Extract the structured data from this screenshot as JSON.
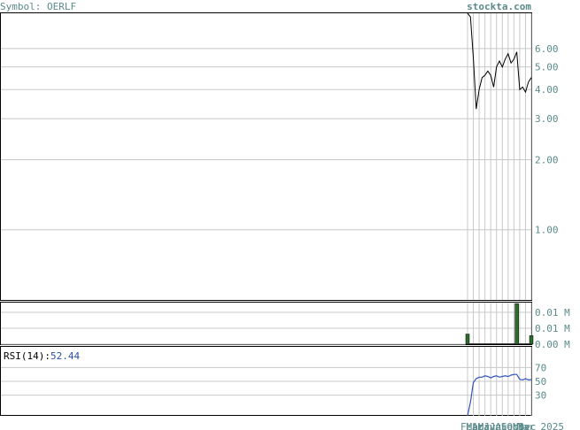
{
  "header": {
    "symbol_label": "Symbol: OERLF",
    "watermark": "stockta.com"
  },
  "colors": {
    "text": "#5a8a8a",
    "grid": "#c8c8c8",
    "frame": "#000000",
    "price_line": "#000000",
    "volume_bar": "#2e6b2e",
    "rsi_line": "#3355bb",
    "rsi_value": "#2a4fa8"
  },
  "chart_data": [
    {
      "type": "line",
      "panel": "price",
      "scale": "log",
      "ylim": [
        0.5,
        8.5
      ],
      "y_ticks": [
        {
          "value": 6.0,
          "label": "6.00"
        },
        {
          "value": 5.0,
          "label": "5.00"
        },
        {
          "value": 4.0,
          "label": "4.00"
        },
        {
          "value": 3.0,
          "label": "3.00"
        },
        {
          "value": 2.0,
          "label": "2.00"
        },
        {
          "value": 1.0,
          "label": "1.00"
        }
      ],
      "x_tick_labels": [
        "Feb",
        "Mar",
        "Apr",
        "May",
        "Jun",
        "Jul",
        "Aug",
        "Sep",
        "Oct",
        "Nov",
        "Dec",
        "Mar 2025"
      ],
      "series": [
        {
          "values": [
            8.5,
            8.2,
            5.5,
            3.3,
            4.0,
            4.5,
            4.6,
            4.8,
            4.6,
            4.1,
            5.0,
            5.3,
            5.0,
            5.4,
            5.7,
            5.2,
            5.4,
            5.8,
            4.0,
            4.1,
            3.9,
            4.3,
            4.5
          ]
        }
      ]
    },
    {
      "type": "bar",
      "panel": "volume",
      "ylim": [
        0,
        0.015
      ],
      "y_ticks": [
        {
          "value": 0.012,
          "label": "0.01 M"
        },
        {
          "value": 0.006,
          "label": "0.01 M"
        },
        {
          "value": 0.0,
          "label": "0.00 M"
        }
      ],
      "values": [
        0.0038,
        0,
        0,
        0,
        0,
        0,
        0,
        0,
        0,
        0,
        0,
        0,
        0,
        0,
        0,
        0,
        0,
        0.0153,
        0,
        0,
        0,
        0,
        0.0032
      ]
    },
    {
      "type": "line",
      "panel": "rsi",
      "label": "RSI(14):",
      "current_value": "52.44",
      "ylim": [
        0,
        100
      ],
      "y_ticks": [
        {
          "value": 70,
          "label": "70"
        },
        {
          "value": 50,
          "label": "50"
        },
        {
          "value": 30,
          "label": "30"
        }
      ],
      "series": [
        {
          "values": [
            0,
            20,
            48,
            54,
            56,
            56,
            58,
            57,
            55,
            57,
            58,
            56,
            57,
            58,
            57,
            59,
            60,
            60,
            53,
            52,
            54,
            52,
            52.44
          ]
        }
      ]
    }
  ]
}
